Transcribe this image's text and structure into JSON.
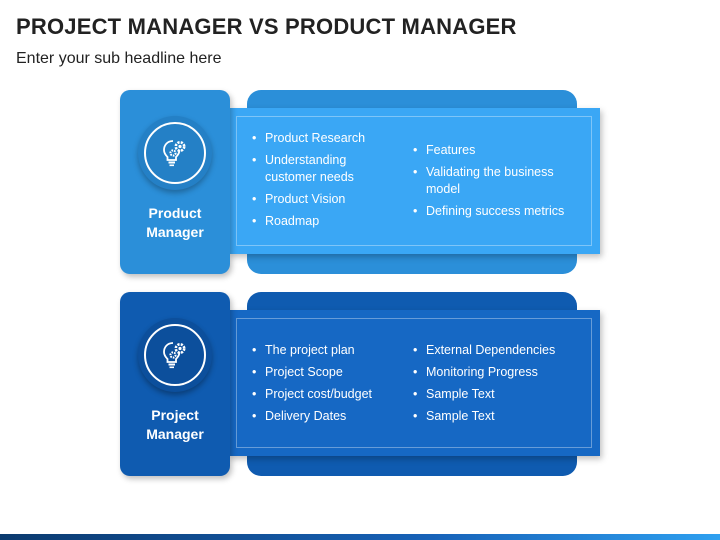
{
  "header": {
    "title": "PROJECT MANAGER VS PRODUCT MANAGER",
    "subtitle": "Enter your sub headline here"
  },
  "sections": [
    {
      "label_line1": "Product",
      "label_line2": "Manager",
      "icon": "lightbulb-gear-icon",
      "left_items": [
        "Product Research",
        "Understanding customer needs",
        "Product Vision",
        "Roadmap"
      ],
      "right_items": [
        "Features",
        "Validating the business model",
        "Defining success metrics"
      ]
    },
    {
      "label_line1": "Project",
      "label_line2": "Manager",
      "icon": "lightbulb-gear-icon",
      "left_items": [
        "The project plan",
        "Project Scope",
        "Project cost/budget",
        "Delivery Dates"
      ],
      "right_items": [
        "External Dependencies",
        "Monitoring Progress",
        "Sample Text",
        "Sample Text"
      ]
    }
  ],
  "colors": {
    "product_side": "#2b8fd9",
    "product_panel": "#3aa7f5",
    "project_side": "#0f5bb0",
    "project_panel": "#1668c4"
  }
}
